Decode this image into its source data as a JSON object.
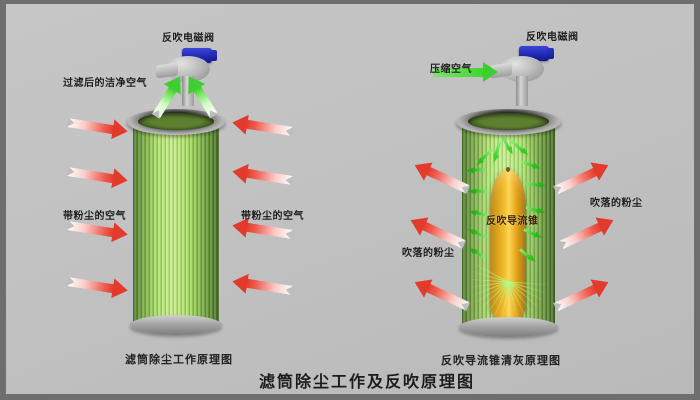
{
  "diagram": {
    "title": "滤筒除尘工作及反吹原理图",
    "panels": [
      {
        "caption": "滤筒除尘工作原理图",
        "labels": {
          "solenoid_valve": "反吹电磁阀",
          "clean_air": "过滤后的洁净空气",
          "dusty_air_left": "带粉尘的空气",
          "dusty_air_right": "带粉尘的空气"
        }
      },
      {
        "caption": "反吹导流锥清灰原理图",
        "labels": {
          "solenoid_valve": "反吹电磁阀",
          "compressed_air": "压缩空气",
          "guide_cone": "反吹导流锥",
          "blown_dust_left": "吹落的粉尘",
          "blown_dust_right": "吹落的粉尘"
        }
      }
    ],
    "colors": {
      "background": "#c2c2c2",
      "frame": "#6e6e6e",
      "filter_media": "#a8dd63",
      "dusty_air_arrow": "#e23a2b",
      "clean_air_arrow": "#3fce2f",
      "valve_body": "#1f27b4",
      "guide_cone": "#e9a913",
      "metal_rim": "#9a9a9a"
    }
  }
}
